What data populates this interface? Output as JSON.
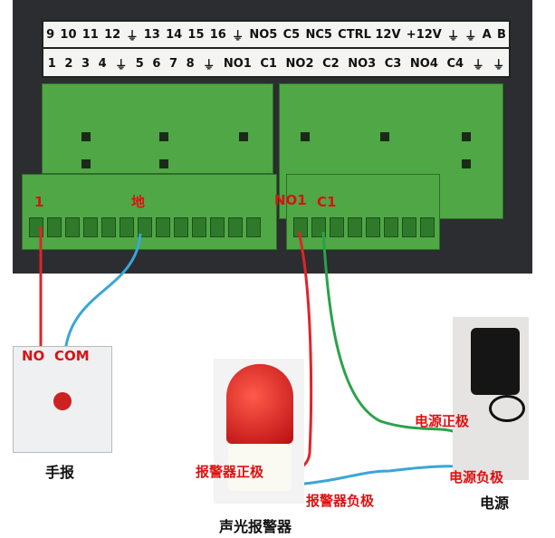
{
  "terminal_strip": {
    "top_row": [
      "9",
      "10",
      "11",
      "12",
      "⏚",
      "13",
      "14",
      "15",
      "16",
      "⏚",
      "NO5",
      "C5",
      "NC5",
      "CTRL 12V",
      "+12V",
      "⏚",
      "⏚",
      "A",
      "B"
    ],
    "bottom_row": [
      "1",
      "2",
      "3",
      "4",
      "⏚",
      "5",
      "6",
      "7",
      "8",
      "⏚",
      "NO1",
      "C1",
      "NO2",
      "C2",
      "NO3",
      "C3",
      "NO4",
      "C4",
      "⏚",
      "⏚"
    ]
  },
  "connector_labels": {
    "pin1": "1",
    "ground": "地",
    "no1": "NO1",
    "c1": "C1"
  },
  "button": {
    "no": "NO",
    "com": "COM",
    "name": "手报"
  },
  "alarm": {
    "positive": "报警器正极",
    "negative": "报警器负极",
    "name": "声光报警器"
  },
  "power": {
    "positive": "电源正极",
    "negative": "电源负极",
    "name": "电源"
  },
  "colors": {
    "red_wire": "#e0242a",
    "blue_wire": "#3aa6d8",
    "green_wire": "#2aa24a",
    "label_red": "#d11111"
  }
}
